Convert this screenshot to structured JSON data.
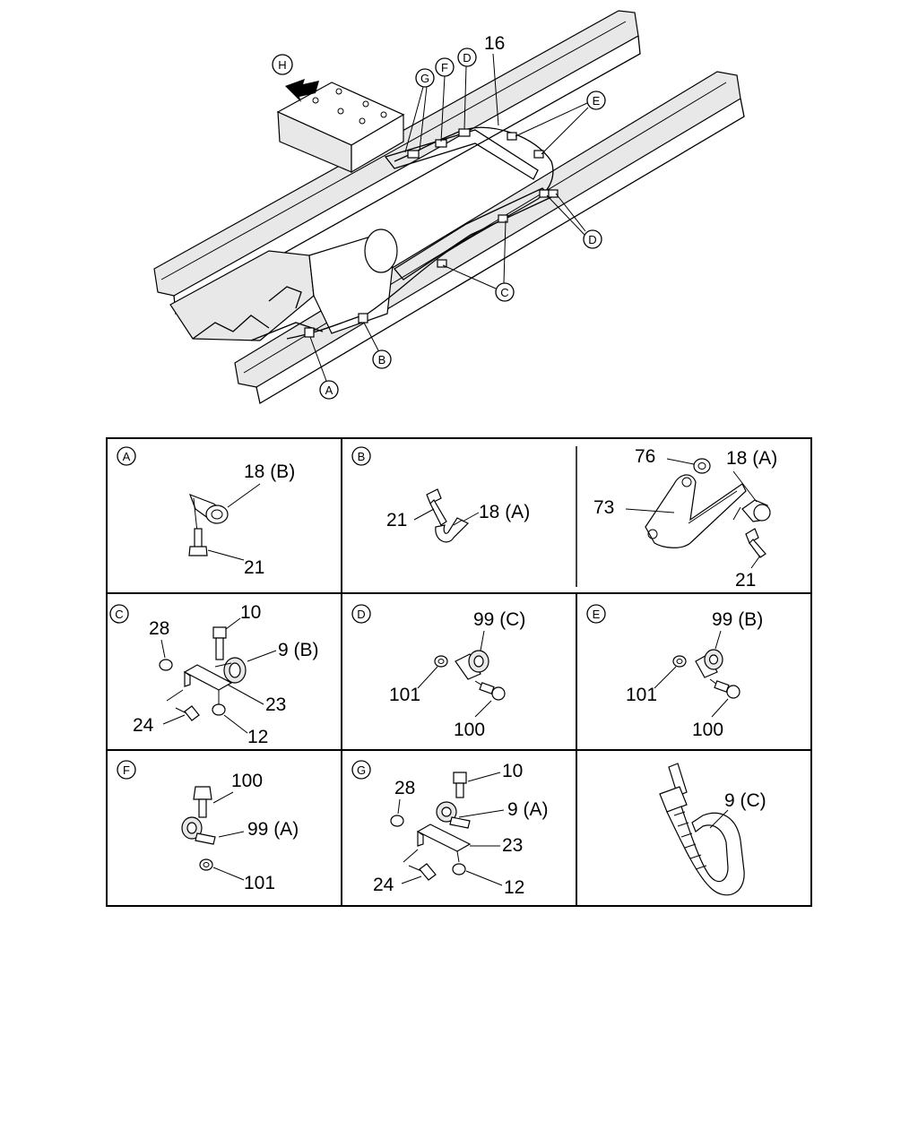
{
  "overview": {
    "view_arrow": "H",
    "callouts": {
      "A": "A",
      "B": "B",
      "C": "C",
      "D": "D",
      "E": "E",
      "F": "F",
      "G": "G"
    },
    "part_16": "16"
  },
  "panels": {
    "A": {
      "tag": "A",
      "clip": "18 (B)",
      "bolt": "21"
    },
    "B": {
      "tag": "B",
      "bolt": "21",
      "clip": "18 (A)"
    },
    "B2": {
      "nut": "76",
      "clip": "18 (A)",
      "bracket": "73",
      "bolt": "21"
    },
    "C": {
      "tag": "C",
      "washer": "28",
      "bolt_top": "10",
      "clip": "9 (B)",
      "bracket": "23",
      "bolt_low": "24",
      "nut": "12"
    },
    "D": {
      "tag": "D",
      "clip": "99 (C)",
      "nut": "101",
      "bolt": "100"
    },
    "E": {
      "tag": "E",
      "clip": "99 (B)",
      "nut": "101",
      "bolt": "100"
    },
    "F": {
      "tag": "F",
      "bolt": "100",
      "clip": "99 (A)",
      "nut": "101"
    },
    "G": {
      "tag": "G",
      "washer": "28",
      "bolt_top": "10",
      "clip": "9 (A)",
      "bracket": "23",
      "bolt_low": "24",
      "nut": "12"
    },
    "H": {
      "band": "9 (C)"
    }
  }
}
